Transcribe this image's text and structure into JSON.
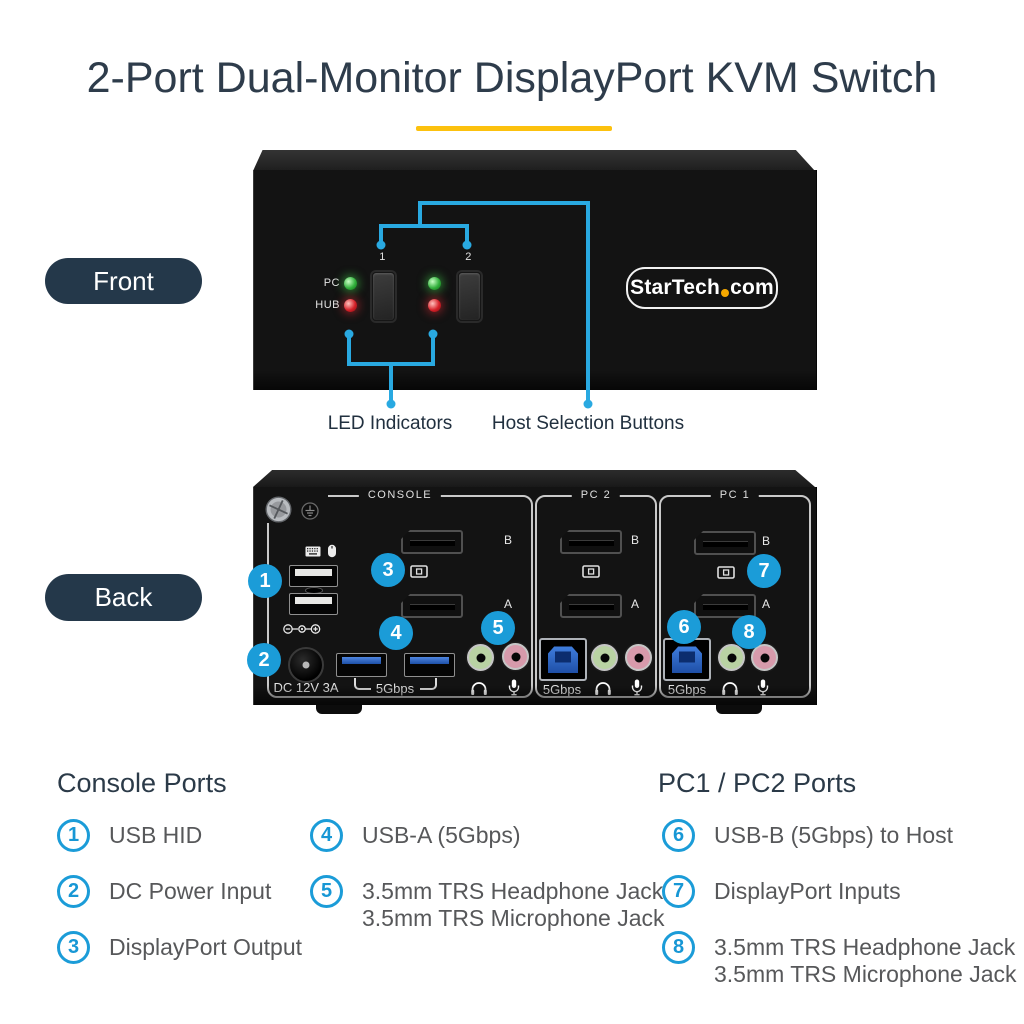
{
  "title": {
    "text": "2-Port Dual-Monitor DisplayPort KVM Switch"
  },
  "front": {
    "tag": "Front",
    "led_labels": [
      "PC",
      "HUB"
    ],
    "port_numbers": [
      "1",
      "2"
    ],
    "logo": {
      "name": "StarTech",
      "tld": "com"
    },
    "annotations": {
      "led": "LED Indicators",
      "host": "Host Selection Buttons"
    }
  },
  "back": {
    "tag": "Back",
    "sections": [
      {
        "title": "CONSOLE"
      },
      {
        "title": "PC 2"
      },
      {
        "title": "PC 1"
      }
    ],
    "port_b": "B",
    "port_a": "A",
    "speed": "5Gbps",
    "dc_label": "DC 12V 3A",
    "callouts": {
      "c1": "1",
      "c2": "2",
      "c3": "3",
      "c4": "4",
      "c5": "5",
      "c6": "6",
      "c7": "7",
      "c8": "8"
    }
  },
  "legend": {
    "console": {
      "heading": "Console Ports"
    },
    "pc": {
      "heading": "PC1 / PC2 Ports"
    },
    "items": {
      "i1": {
        "num": "1",
        "l1": "USB HID"
      },
      "i2": {
        "num": "2",
        "l1": "DC Power Input"
      },
      "i3": {
        "num": "3",
        "l1": "DisplayPort Output"
      },
      "i4": {
        "num": "4",
        "l1": "USB-A (5Gbps)"
      },
      "i5": {
        "num": "5",
        "l1": "3.5mm TRS Headphone Jack",
        "l2": "3.5mm TRS Microphone Jack"
      },
      "i6": {
        "num": "6",
        "l1": "USB-B (5Gbps) to Host"
      },
      "i7": {
        "num": "7",
        "l1": "DisplayPort Inputs"
      },
      "i8": {
        "num": "8",
        "l1": "3.5mm TRS Headphone Jack",
        "l2": "3.5mm TRS Microphone Jack"
      }
    }
  },
  "colors": {
    "accent_blue": "#29a9e1",
    "circle_blue": "#1b9cd8",
    "navy": "#24384a",
    "title_navy": "#2e3c4b",
    "underline_yellow": "#fcc10e",
    "legend_gray": "#57585a",
    "device_black": "#131313",
    "led_green": "#33b13d",
    "led_red": "#d62129",
    "jack_green": "#b9d2a3",
    "jack_pink": "#d79aab",
    "usb_blue": "#2f6bc8",
    "logo_dot_orange": "#f5a800"
  }
}
